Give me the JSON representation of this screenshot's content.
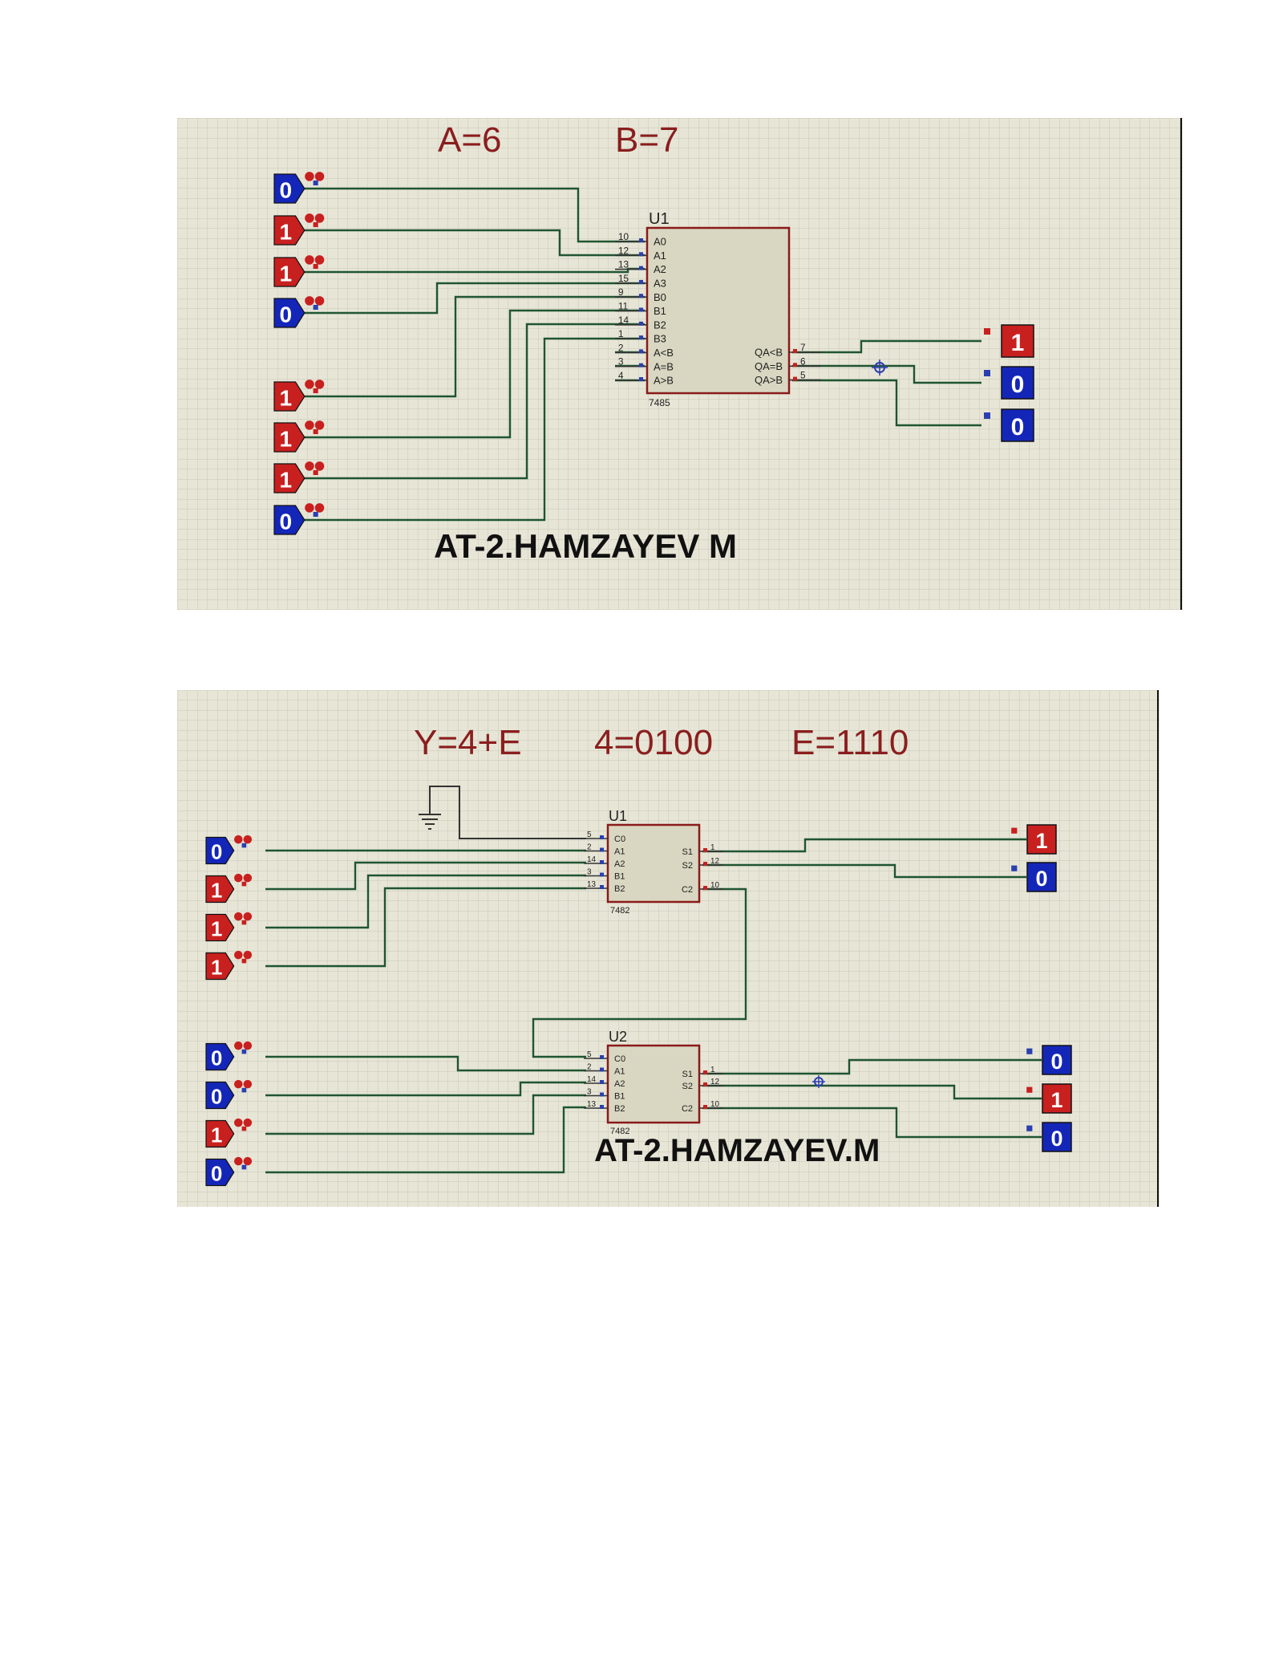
{
  "panel1": {
    "title_a": "A=6",
    "title_b": "B=7",
    "chip": {
      "ref": "U1",
      "part": "7485",
      "left_pins": [
        {
          "num": "10",
          "name": "A0"
        },
        {
          "num": "12",
          "name": "A1"
        },
        {
          "num": "13",
          "name": "A2"
        },
        {
          "num": "15",
          "name": "A3"
        },
        {
          "num": "9",
          "name": "B0"
        },
        {
          "num": "11",
          "name": "B1"
        },
        {
          "num": "14",
          "name": "B2"
        },
        {
          "num": "1",
          "name": "B3"
        },
        {
          "num": "2",
          "name": "A<B"
        },
        {
          "num": "3",
          "name": "A=B"
        },
        {
          "num": "4",
          "name": "A>B"
        }
      ],
      "right_pins": [
        {
          "num": "7",
          "name": "QA<B"
        },
        {
          "num": "6",
          "name": "QA=B"
        },
        {
          "num": "5",
          "name": "QA>B"
        }
      ]
    },
    "inputs_a": [
      "0",
      "1",
      "1",
      "0"
    ],
    "inputs_b": [
      "1",
      "1",
      "1",
      "0"
    ],
    "outputs": [
      "1",
      "0",
      "0"
    ],
    "signature": "AT-2.HAMZAYEV M"
  },
  "panel2": {
    "title_1": "Y=4+E",
    "title_2": "4=0100",
    "title_3": "E=1110",
    "chip_u1": {
      "ref": "U1",
      "part": "7482",
      "left_pins": [
        {
          "num": "5",
          "name": "C0"
        },
        {
          "num": "2",
          "name": "A1"
        },
        {
          "num": "14",
          "name": "A2"
        },
        {
          "num": "3",
          "name": "B1"
        },
        {
          "num": "13",
          "name": "B2"
        }
      ],
      "right_pins": [
        {
          "num": "1",
          "name": "S1"
        },
        {
          "num": "12",
          "name": "S2"
        },
        {
          "num": "10",
          "name": "C2"
        }
      ]
    },
    "chip_u2": {
      "ref": "U2",
      "part": "7482",
      "left_pins": [
        {
          "num": "5",
          "name": "C0"
        },
        {
          "num": "2",
          "name": "A1"
        },
        {
          "num": "14",
          "name": "A2"
        },
        {
          "num": "3",
          "name": "B1"
        },
        {
          "num": "13",
          "name": "B2"
        }
      ],
      "right_pins": [
        {
          "num": "1",
          "name": "S1"
        },
        {
          "num": "12",
          "name": "S2"
        },
        {
          "num": "10",
          "name": "C2"
        }
      ]
    },
    "inputs_top": [
      "0",
      "1",
      "1",
      "1"
    ],
    "inputs_bottom": [
      "0",
      "0",
      "1",
      "0"
    ],
    "outputs_top": [
      "1",
      "0"
    ],
    "outputs_bottom": [
      "0",
      "1",
      "0"
    ],
    "signature": "AT-2.HAMZAYEV.M"
  },
  "colors": {
    "background": "#e6e5d6",
    "grid": "#c9c9b8",
    "wire": "#1f5530",
    "chip_fill": "#d9d7c1",
    "chip_border": "#8a1a1a",
    "logic_high": "#c8201f",
    "logic_low": "#1426b8",
    "title_text": "#8a1e1e"
  }
}
